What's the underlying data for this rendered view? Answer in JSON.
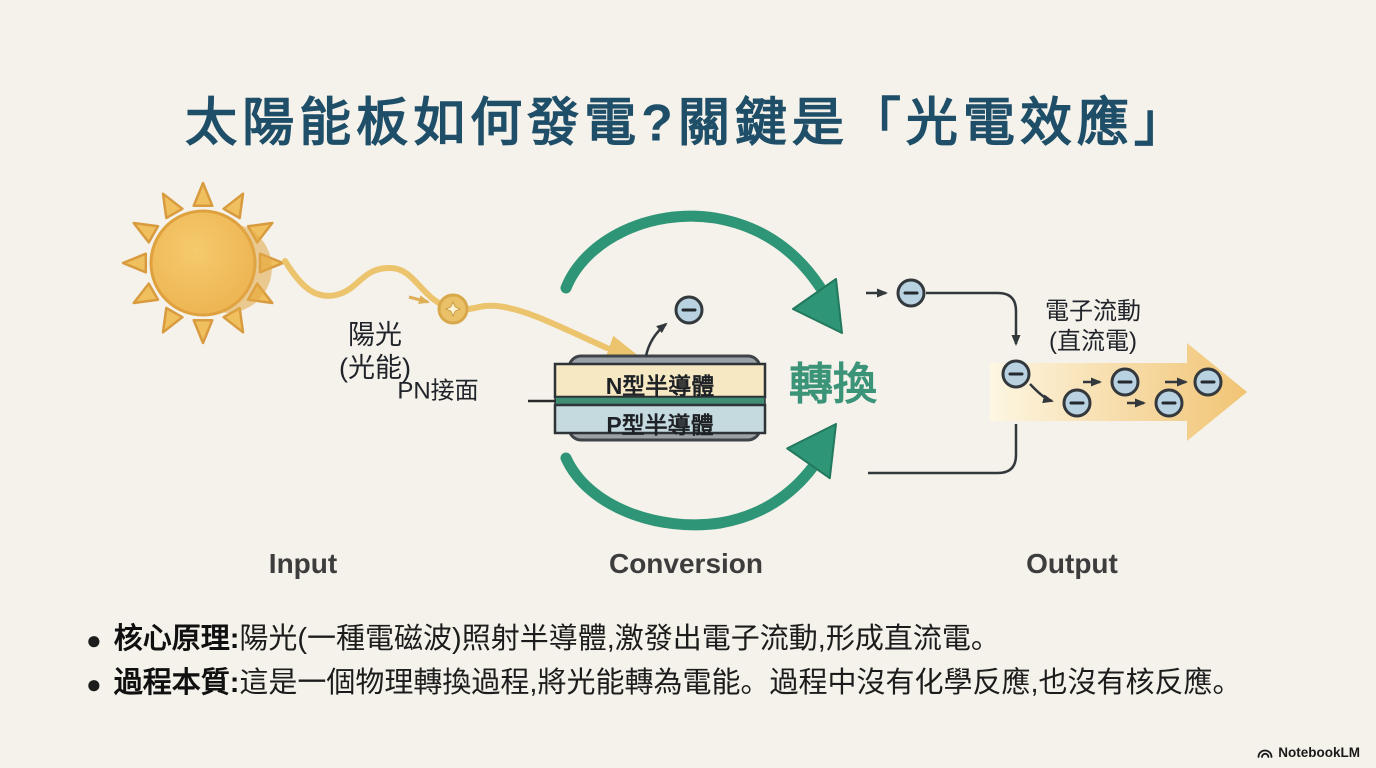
{
  "title": "太陽能板如何發電?關鍵是「光電效應」",
  "input_stage": {
    "sunlight_label": "陽光",
    "sunlight_sublabel": "(光能)"
  },
  "conversion_stage": {
    "pn_junction_label": "PN接面",
    "n_layer_label": "N型半導體",
    "p_layer_label": "P型半導體",
    "conversion_label": "轉換"
  },
  "output_stage": {
    "electron_flow_label": "電子流動",
    "current_type_label": "(直流電)"
  },
  "stages": {
    "input": "Input",
    "conversion": "Conversion",
    "output": "Output"
  },
  "notes": [
    {
      "bullet": "●",
      "heading": "核心原理:",
      "text": "陽光(一種電磁波)照射半導體,激發出電子流動,形成直流電。"
    },
    {
      "bullet": "●",
      "heading": "過程本質:",
      "text": "這是一個物理轉換過程,將光能轉為電能。過程中沒有化學反應,也沒有核反應。"
    }
  ],
  "watermark": "NotebookLM",
  "colors": {
    "background": "#f4f2ea",
    "title_blue": "#1f4e68",
    "accent_green": "#2e9576",
    "sun_gold": "#efba55",
    "wave_gold": "#ecc46d",
    "electron_blue": "#b9d2e2",
    "n_layer_cream": "#f6e8c3",
    "p_layer_blue": "#c5dadf",
    "junction_green": "#3f8e73",
    "current_arrow_start": "#fdf6e2",
    "current_arrow_end": "#f1c474"
  }
}
